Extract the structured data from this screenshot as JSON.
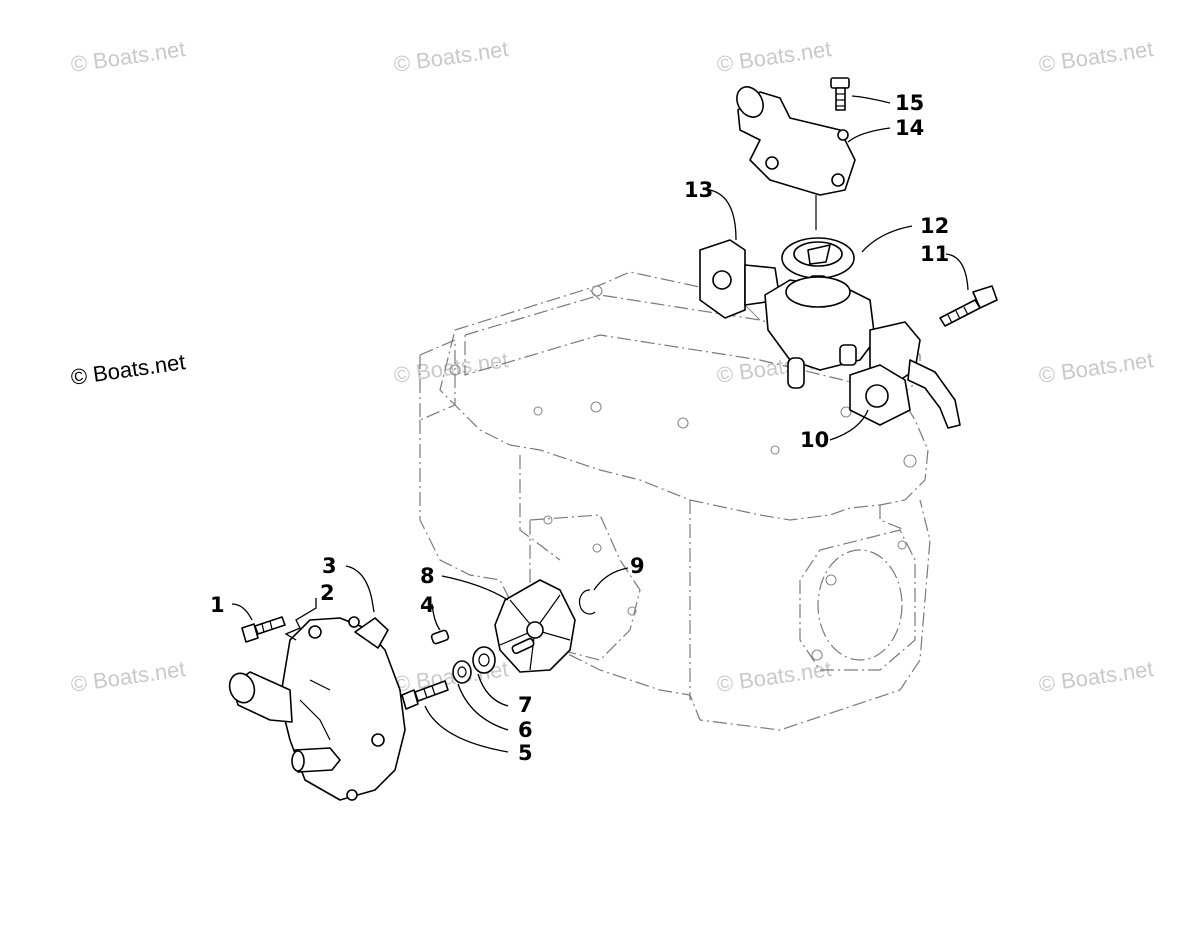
{
  "watermark": {
    "text": "© Boats.net",
    "main_text": "© Boats.net"
  },
  "callouts": [
    {
      "id": "1",
      "label": "1"
    },
    {
      "id": "2",
      "label": "2"
    },
    {
      "id": "3",
      "label": "3"
    },
    {
      "id": "4",
      "label": "4"
    },
    {
      "id": "5",
      "label": "5"
    },
    {
      "id": "6",
      "label": "6"
    },
    {
      "id": "7",
      "label": "7"
    },
    {
      "id": "8",
      "label": "8"
    },
    {
      "id": "9",
      "label": "9"
    },
    {
      "id": "10",
      "label": "10"
    },
    {
      "id": "11",
      "label": "11"
    },
    {
      "id": "12",
      "label": "12"
    },
    {
      "id": "13",
      "label": "13"
    },
    {
      "id": "14",
      "label": "14"
    },
    {
      "id": "15",
      "label": "15"
    }
  ]
}
